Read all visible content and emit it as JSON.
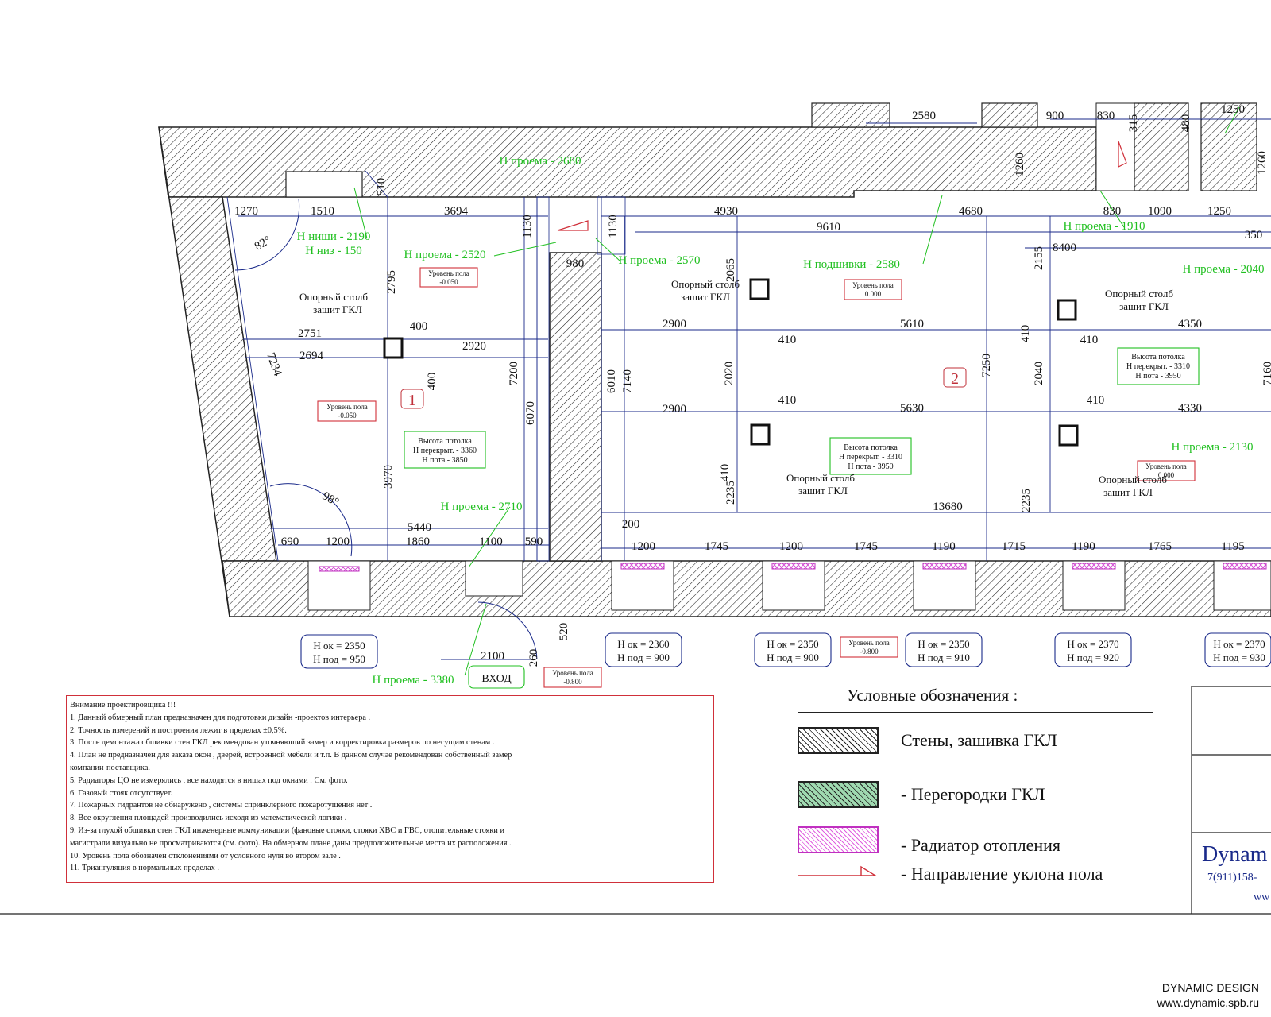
{
  "plan": {
    "room_numbers": [
      "1",
      "2"
    ],
    "dimensions": [
      "2580",
      "900",
      "830",
      "1250",
      "1270",
      "1510",
      "3694",
      "4930",
      "4680",
      "830",
      "1090",
      "1250",
      "9610",
      "8400",
      "350",
      "980",
      "2751",
      "2694",
      "400",
      "2920",
      "2900",
      "5610",
      "4350",
      "410",
      "410",
      "400",
      "5440",
      "2900",
      "5630",
      "4330",
      "410",
      "410",
      "13680",
      "690",
      "1200",
      "1860",
      "1100",
      "590",
      "200",
      "1200",
      "1745",
      "1200",
      "1745",
      "1190",
      "1715",
      "1190",
      "1765",
      "1195",
      "2100",
      "520",
      "260",
      "2795",
      "3970",
      "7234",
      "7200",
      "6070",
      "6010",
      "7140",
      "2065",
      "2020",
      "2235",
      "7250",
      "2155",
      "2040",
      "2235",
      "410",
      "410",
      "1130",
      "1130",
      "510",
      "1260",
      "480",
      "315",
      "1260",
      "7160"
    ],
    "angles": [
      "82°",
      "98°"
    ],
    "openings": [
      "Н проема - 2680",
      "Н ниши - 2190",
      "Н низ - 150",
      "Н проема - 2520",
      "Н проема - 2570",
      "Н подшивки - 2580",
      "Н проема - 1910",
      "Н проема - 2040",
      "Н проема - 2130",
      "Н проема - 2710",
      "Н проема - 3380"
    ],
    "columns": [
      "Опорный столб зашит ГКЛ",
      "Опорный столб зашит ГКЛ",
      "Опорный столб зашит ГКЛ",
      "Опорный столб зашит ГКЛ",
      "Опорный столб зашит ГКЛ"
    ],
    "floor_levels": [
      [
        "Уровень пола",
        "-0.050"
      ],
      [
        "Уровень пола",
        "-0.050"
      ],
      [
        "Уровень пола",
        "0.000"
      ],
      [
        "Уровень пола",
        "0.000"
      ],
      [
        "Уровень пола",
        "-0.800"
      ],
      [
        "Уровень пола",
        "-0.800"
      ]
    ],
    "ceiling_heights": [
      [
        "Высота потолка",
        "Н перекрыт. - 3360",
        "Н пота - 3850"
      ],
      [
        "Высота потолка",
        "Н перекрыт. - 3310",
        "Н пота - 3950"
      ],
      [
        "Высота потолка",
        "Н перекрыт. - 3310",
        "Н пота - 3950"
      ]
    ],
    "windows": [
      [
        "Н ок = 2350",
        "Н под = 950"
      ],
      [
        "Н ок = 2360",
        "Н под = 900"
      ],
      [
        "Н ок = 2350",
        "Н под = 900"
      ],
      [
        "Н ок = 2350",
        "Н под = 910"
      ],
      [
        "Н ок = 2370",
        "Н под = 920"
      ],
      [
        "Н ок = 2370",
        "Н под = 930"
      ]
    ],
    "entrance": "ВХОД"
  },
  "notes": {
    "lines": [
      "Внимание проектировщика !!!",
      "1. Данный обмерный план предназначен для подготовки дизайн -проектов интерьера .",
      "2. Точность измерений и построения лежит в пределах ±0,5%.",
      "3. После демонтажа обшивки стен ГКЛ рекомендован уточняющий замер и корректировка размеров по несущим стенам .",
      "4. План не предназначен для заказа окон , дверей, встроенной мебели и т.п. В данном случае рекомендован собственный замер",
      "компании-поставщика.",
      "5. Радиаторы ЦО не измерялись , все находятся в нишах под окнами . См. фото.",
      "6. Газовый стояк отсутствует.",
      "7. Пожарных гидрантов не обнаружено , системы спринклерного пожаротушения нет .",
      "8. Все округления площадей производились исходя из математической логики .",
      "9. Из-за глухой обшивки стен ГКЛ инженерные коммуникации (фановые стояки, стояки ХВС и ГВС, отопительные стояки и",
      "магистрали визуально не просматриваются (см. фото). На обмерном плане даны предположительные места их расположения .",
      "10. Уровень пола обозначен отклонениями от условного нуля во втором зале .",
      "11. Триангуляция в нормальных пределах ."
    ]
  },
  "legend": {
    "title": "Условные обозначения :",
    "items": [
      "Стены, зашивка ГКЛ",
      "- Перегородки ГКЛ",
      "- Радиатор отопления",
      "- Направление уклона пола"
    ]
  },
  "stamp": {
    "brand": "Dynam",
    "phone": "7(911)158-",
    "www": "ww"
  },
  "footer": {
    "company": "DYNAMIC DESIGN",
    "site": "www.dynamic.spb.ru"
  },
  "colors": {
    "wall_hatch": "#222222",
    "partition_fill": "#9fd9b0",
    "radiator": "#e060e0",
    "dimension": "#1a2a8a",
    "opening_label": "#20c020",
    "level_box": "#d0303a"
  }
}
